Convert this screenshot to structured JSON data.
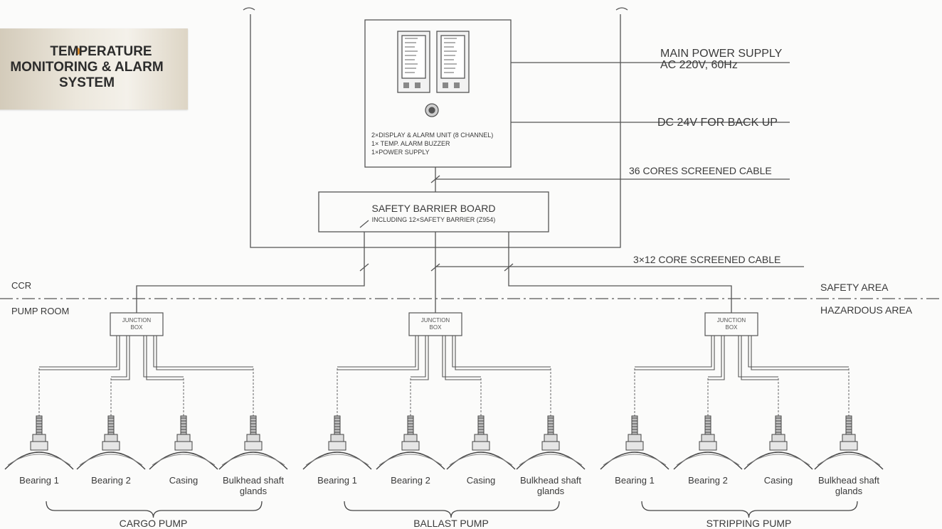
{
  "title": "TEMPERATURE MONITORING & ALARM SYSTEM",
  "title_lines": [
    "TEMPERATURE",
    "MONITORING & ALARM",
    "SYSTEM"
  ],
  "main_power": [
    "MAIN POWER SUPPLY",
    "AC 220V, 60Hz"
  ],
  "backup": "DC 24V FOR BACK UP",
  "cable_36": "36 CORES SCREENED CABLE",
  "cable_3x12": "3×12 CORE SCREENED CABLE",
  "panel_notes": [
    "2×DISPLAY & ALARM UNIT (8 CHANNEL)",
    "1× TEMP. ALARM BUZZER",
    "1×POWER SUPPLY"
  ],
  "barrier": {
    "title": "SAFETY BARRIER BOARD",
    "subtitle": "INCLUDING 12×SAFETY BARRIER (Z954)"
  },
  "zones": {
    "ccr": "CCR",
    "pump_room": "PUMP ROOM",
    "safety": "SAFETY AREA",
    "hazardous": "HAZARDOUS AREA"
  },
  "junction_box": [
    "JUNCTION",
    "BOX"
  ],
  "groups": [
    {
      "name": "CARGO PUMP",
      "sensors": [
        "Bearing 1",
        "Bearing 2",
        "Casing",
        "Bulkhead shaft glands"
      ]
    },
    {
      "name": "BALLAST PUMP",
      "sensors": [
        "Bearing 1",
        "Bearing 2",
        "Casing",
        "Bulkhead shaft glands"
      ]
    },
    {
      "name": "STRIPPING PUMP",
      "sensors": [
        "Bearing 1",
        "Bearing 2",
        "Casing",
        "Bulkhead shaft glands"
      ]
    }
  ]
}
